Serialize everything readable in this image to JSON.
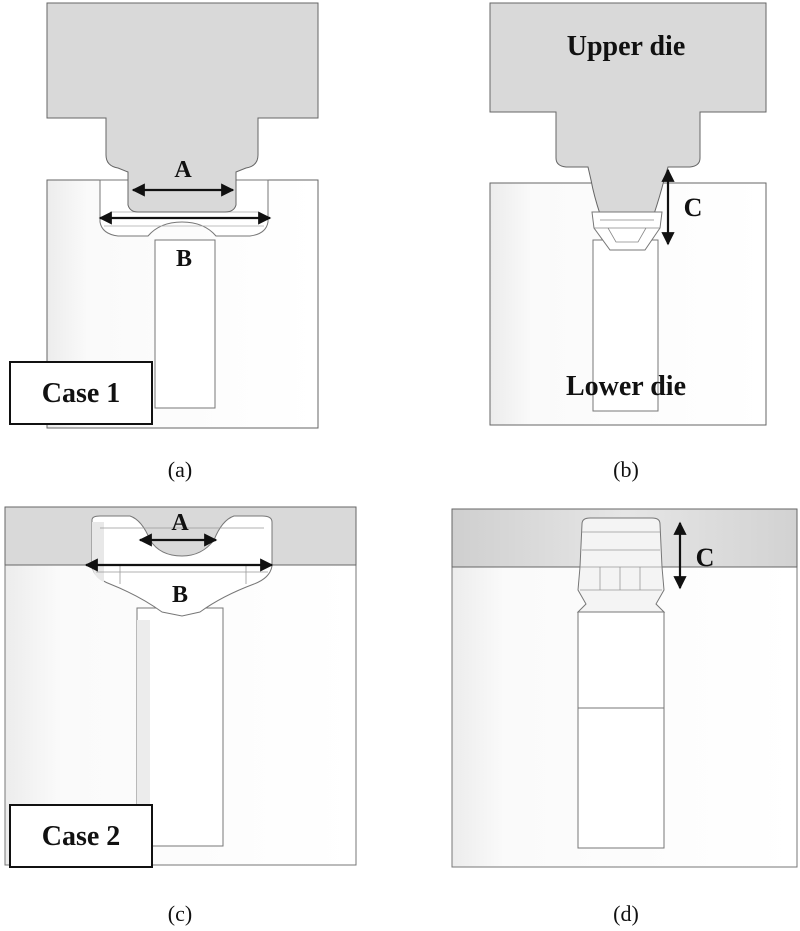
{
  "panels": {
    "a": {
      "caption": "(a)",
      "case_label": "Case 1",
      "dim_labels": {
        "a": "A",
        "b": "B"
      }
    },
    "b": {
      "caption": "(b)",
      "upper_label": "Upper die",
      "lower_label": "Lower die",
      "dim_labels": {
        "c": "C"
      }
    },
    "c": {
      "caption": "(c)",
      "case_label": "Case 2",
      "dim_labels": {
        "a": "A",
        "b": "B"
      }
    },
    "d": {
      "caption": "(d)",
      "dim_labels": {
        "c": "C"
      }
    }
  },
  "colors": {
    "upper_die": "#d9d9d9",
    "lower_die": "#f7f7f7",
    "stroke": "#666666",
    "part": "#ffffff",
    "arrow": "#111111"
  },
  "icons": [
    "double-arrow-icon"
  ]
}
